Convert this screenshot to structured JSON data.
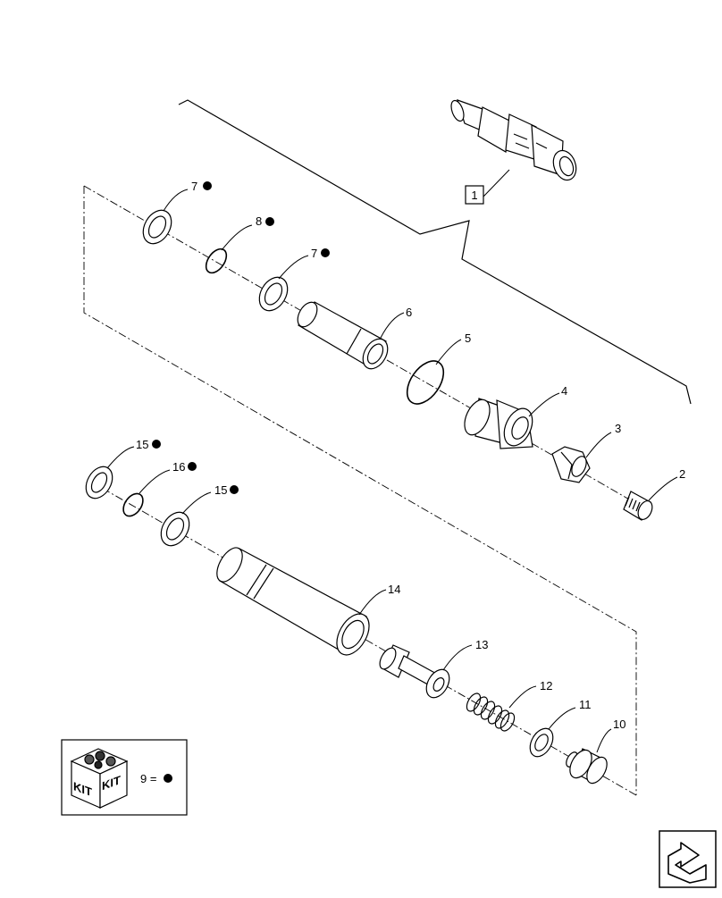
{
  "callouts": {
    "c1": "1",
    "c2": "2",
    "c3": "3",
    "c4": "4",
    "c5": "5",
    "c6": "6",
    "c7a": "7",
    "c7b": "7",
    "c8": "8",
    "c10": "10",
    "c11": "11",
    "c12": "12",
    "c13": "13",
    "c14": "14",
    "c15a": "15",
    "c15b": "15",
    "c16": "16"
  },
  "kit": {
    "label_left": "KIT",
    "label_right": "KIT",
    "legend": "9 ="
  },
  "colors": {
    "line": "#000000",
    "part_fill": "#ffffff",
    "shade": "#d9d9d9"
  },
  "icons": {
    "kit": "kit-box-icon",
    "kit_marker": "filled-dot-icon",
    "navigate": "return-arrow-icon"
  }
}
